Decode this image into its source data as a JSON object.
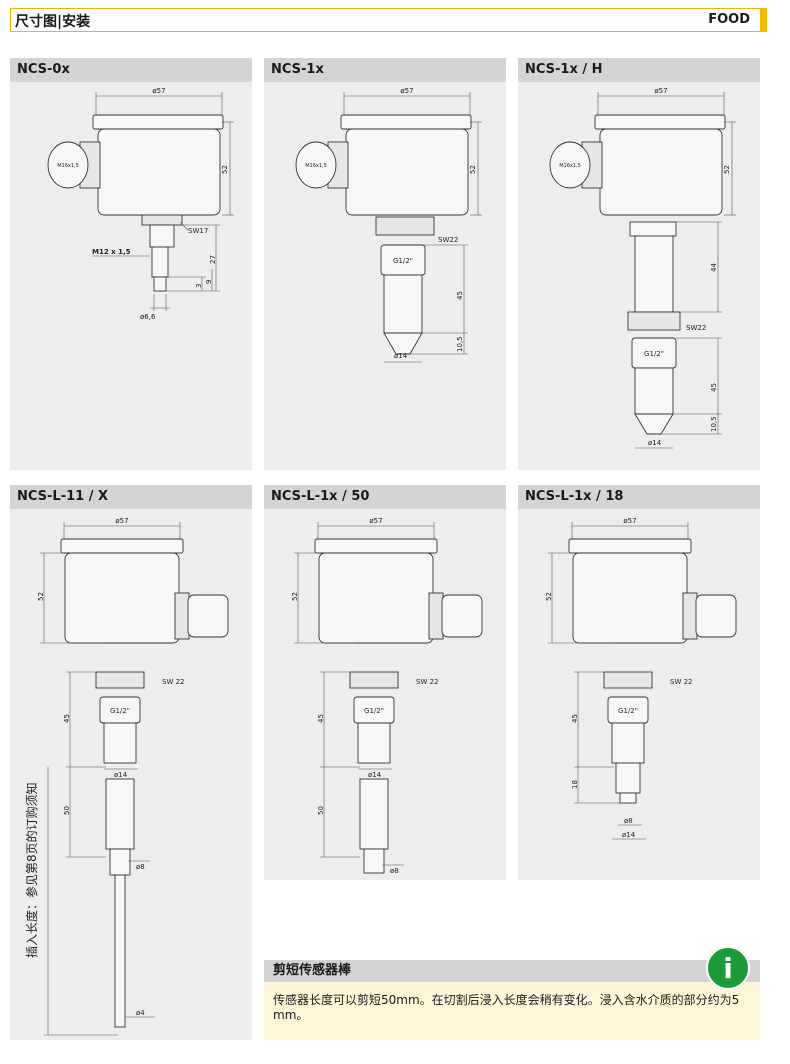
{
  "header": {
    "title": "尺寸图|安装",
    "tag": "FOOD"
  },
  "panels": [
    {
      "title": "NCS-0x",
      "d57": "ø57",
      "h52": "52",
      "thread": "M16x1,5",
      "sw": "SW17",
      "m12": "M12 x 1,5",
      "d27": "27",
      "d3": "3",
      "d9": "9",
      "d66": "ø6,6"
    },
    {
      "title": "NCS-1x",
      "d57": "ø57",
      "h52": "52",
      "thread": "M16x1,5",
      "sw": "SW22",
      "g": "G1/2\"",
      "d45": "45",
      "d105": "10,5",
      "d14": "ø14"
    },
    {
      "title": "NCS-1x / H",
      "d57": "ø57",
      "h52": "52",
      "thread": "M16x1,5",
      "d44": "44",
      "sw": "SW22",
      "g": "G1/2\"",
      "d45": "45",
      "d105": "10,5",
      "d14": "ø14"
    },
    {
      "title": "NCS-L-11 / X",
      "d57": "ø57",
      "h52": "52",
      "sw": "SW 22",
      "g": "G1/2\"",
      "d45": "45",
      "d14": "ø14",
      "d50": "50",
      "d8": "ø8",
      "d4": "ø4"
    },
    {
      "title": "NCS-L-1x / 50",
      "d57": "ø57",
      "h52": "52",
      "sw": "SW 22",
      "g": "G1/2\"",
      "d45": "45",
      "d14": "ø14",
      "d50": "50",
      "d8": "ø8"
    },
    {
      "title": "NCS-L-1x / 18",
      "d57": "ø57",
      "h52": "52",
      "sw": "SW 22",
      "g": "G1/2\"",
      "d45": "45",
      "d18": "18",
      "d8": "ø8",
      "d14": "ø14"
    }
  ],
  "insertion_note": "插入长度：参见第8页的订购须知",
  "cut": {
    "title": "剪短传感器棒",
    "text": "传感器长度可以剪短50mm。在切割后浸入长度会稍有变化。浸入含水介质的部分约为5 mm。",
    "icon_letter": "i"
  },
  "colors": {
    "accent": "#f5b800",
    "info_green": "#1f9a3a",
    "panel_bg": "#ededed",
    "panel_header": "#d4d4d4",
    "note_bg": "#fdf7d8"
  }
}
